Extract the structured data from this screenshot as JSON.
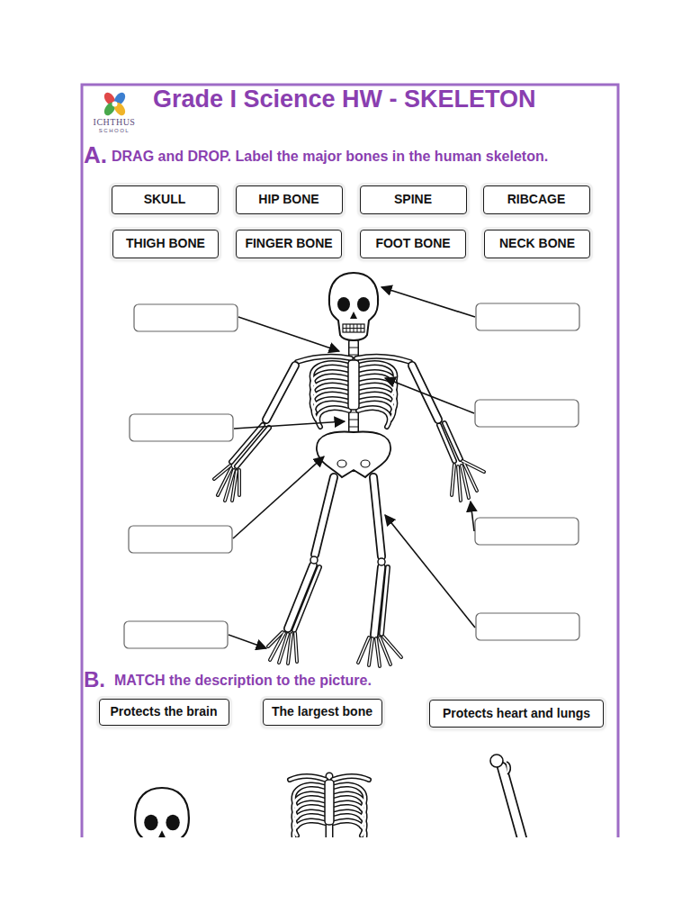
{
  "diagram": {
    "title": "Grade I Science HW - SKELETON",
    "nodes": [
      {
        "text": [
          "SKULL"
        ]
      },
      {
        "text": [
          "HIP BONE"
        ]
      },
      {
        "text": [
          "SPINE"
        ]
      },
      {
        "text": [
          "RIBCAGE"
        ]
      },
      {
        "text": [
          "THIGH BONE"
        ]
      },
      {
        "text": [
          "FINGER BONE"
        ]
      },
      {
        "text": [
          "FOOT BONE"
        ]
      },
      {
        "text": [
          "NECK BONE"
        ]
      },
      {
        "text": [
          "Protects the brain"
        ]
      },
      {
        "text": [
          "The largest bone"
        ]
      },
      {
        "text": [
          "Protects heart and lungs"
        ]
      }
    ],
    "labels": [
      "ICHTHUS",
      "SCHOOL",
      "A.",
      "DRAG and DROP. Label the major bones in the human skeleton.",
      "B.",
      "MATCH the description to the picture."
    ]
  }
}
